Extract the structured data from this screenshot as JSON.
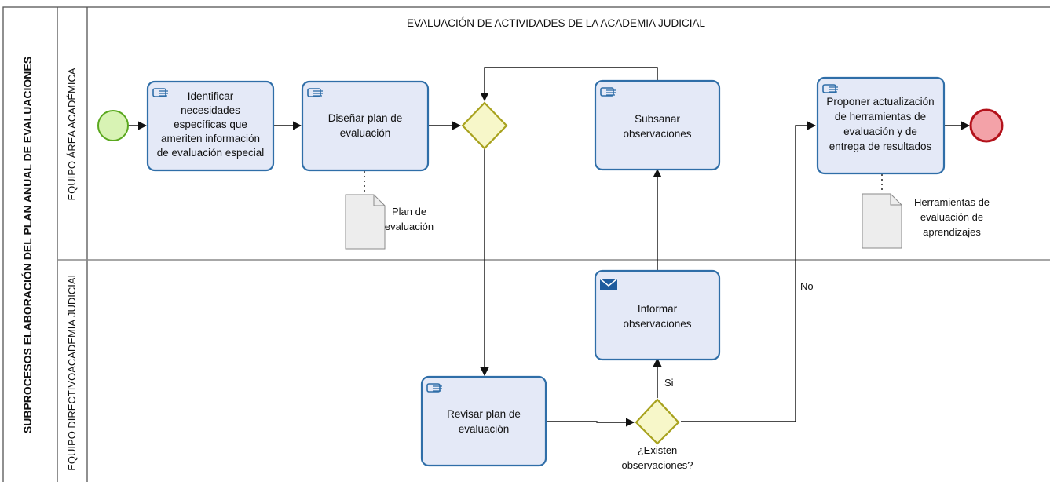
{
  "pool": {
    "title": "SUBPROCESOS ELABORACIÓN DEL PLAN ANUAL DE EVALUACIONES",
    "header": "EVALUACIÓN DE ACTIVIDADES DE LA ACADEMIA JUDICIAL"
  },
  "lanes": [
    {
      "label": "EQUIPO ÁREA ACADÉMICA"
    },
    {
      "label": "EQUIPO DIRECTIVOACADEMIA JUDICIAL"
    }
  ],
  "tasks": [
    {
      "id": "identificar",
      "type": "manual",
      "lines": [
        "Identificar",
        "necesidades",
        "específicas que",
        "ameriten información",
        "de evaluación especial"
      ]
    },
    {
      "id": "disenar",
      "type": "manual",
      "lines": [
        "Diseñar plan de",
        "evaluación"
      ]
    },
    {
      "id": "subsanar",
      "type": "manual",
      "lines": [
        "Subsanar",
        "observaciones"
      ]
    },
    {
      "id": "proponer",
      "type": "manual",
      "lines": [
        "Proponer actualización",
        "de herramientas de",
        "evaluación y de",
        "entrega de resultados"
      ]
    },
    {
      "id": "informar",
      "type": "send",
      "lines": [
        "Informar",
        "observaciones"
      ]
    },
    {
      "id": "revisar",
      "type": "manual",
      "lines": [
        "Revisar plan de",
        "evaluación"
      ]
    }
  ],
  "documents": [
    {
      "id": "plan",
      "lines": [
        "Plan de",
        "evaluación"
      ]
    },
    {
      "id": "herramientas",
      "lines": [
        "Herramientas de",
        "evaluación de",
        "aprendizajes"
      ]
    }
  ],
  "gateways": [
    {
      "id": "merge",
      "lines": []
    },
    {
      "id": "existen",
      "lines": [
        "¿Existen",
        "observaciones?"
      ]
    }
  ],
  "flow_labels": {
    "yes": "Si",
    "no": "No"
  },
  "colors": {
    "task_fill": "#e4e9f7",
    "task_stroke": "#2f6ea8",
    "start_fill": "#d8f3b4",
    "start_stroke": "#5aa81e",
    "end_fill": "#f3a2a8",
    "end_stroke": "#b3121b",
    "gateway_fill": "#f7f7c9",
    "gateway_stroke": "#a8a21e"
  }
}
